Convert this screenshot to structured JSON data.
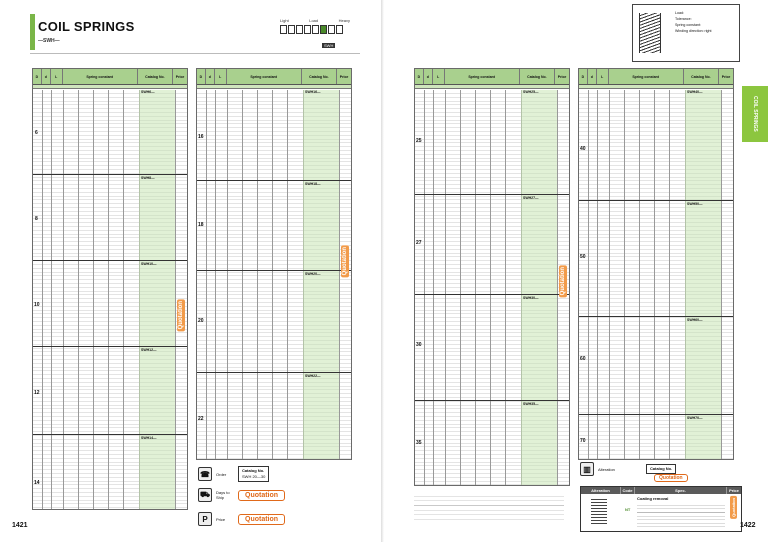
{
  "header": {
    "title": "COIL SPRINGS",
    "subtitle": "—SWH—",
    "load_labels": [
      "Light",
      "Load",
      "Heavy"
    ],
    "load_tag": "SWH"
  },
  "tables": {
    "col_headers": [
      "D",
      "d",
      "L",
      "Spring constant",
      "Catalog No.",
      "Price"
    ],
    "catalog_prefixes": {
      "t1": "SWH6—",
      "t2": "SWH8—",
      "t3": "SWH10—",
      "t4": "SWH12—",
      "t5": "SWH14—",
      "t6": "SWH16—",
      "t7": "SWH18—",
      "t8": "SWH20—",
      "t9": "SWH22—",
      "t10": "SWH25—",
      "t11": "SWH27—",
      "t12": "SWH30—",
      "t13": "SWH35—",
      "t14": "SWH40—",
      "t15": "SWH50—",
      "t16": "SWH60—",
      "t17": "SWH70—"
    },
    "groups": {
      "g1": "6",
      "g2": "8",
      "g3": "10",
      "g4": "12",
      "g5": "14",
      "g6": "16",
      "g7": "18",
      "g8": "20",
      "g9": "22",
      "g10": "25",
      "g11": "27",
      "g12": "30",
      "g13": "35",
      "g14": "40",
      "g15": "50",
      "g16": "60",
      "g17": "70"
    },
    "quotation_label": "Quotation"
  },
  "left_footer": {
    "order_label": "Order",
    "order_catalog_title": "Catalog No.",
    "order_catalog_value": "SWH 20—30",
    "days_label": "Days to Ship",
    "price_label": "Price",
    "quotation_label": "Quotation"
  },
  "right_footer": {
    "alteration_label": "Alteration",
    "alt_catalog_title": "Catalog No.",
    "quotation_label": "Quotation",
    "alt_cols": [
      "Alteration",
      "Code",
      "Spec.",
      "Price"
    ],
    "alt_row_name": "Coating removal",
    "alt_row_code": "NT",
    "alt_row_quote": "Quotation"
  },
  "diagram": {
    "lines": [
      "Load:",
      "Tolerance:",
      "Spring constant:",
      "Winding direction: right"
    ]
  },
  "side_tab": "COIL SPRINGS",
  "page_numbers": {
    "left": "1421",
    "right": "1422"
  },
  "colors": {
    "header_green": "#a9d08e",
    "accent_green": "#8cc63f",
    "quote_orange": "#f29b4a"
  }
}
